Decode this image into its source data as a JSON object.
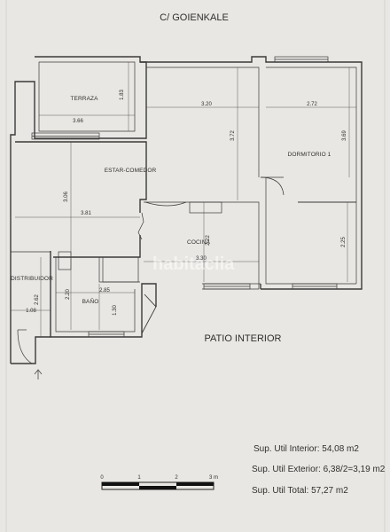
{
  "street": "C/ GOIENKALE",
  "patio": "PATIO INTERIOR",
  "watermark": "habitaclia",
  "rooms": {
    "terraza": "TERRAZA",
    "estar": "ESTAR-COMEDOR",
    "dormitorio": "DORMITORIO 1",
    "cocina": "COCINA",
    "distribuidor": "DISTRIBUIDOR",
    "bano": "BAÑO"
  },
  "dimensions": {
    "terraza_w": "3.66",
    "terraza_h": "1.83",
    "top_w1": "3.20",
    "top_w2": "2.72",
    "estar_v": "3.72",
    "dorm_v": "3.69",
    "estar_h": "3.06",
    "estar_w": "3.81",
    "cocina_w": "3.30",
    "cocina_h": "2.22",
    "dorm_v2": "2.25",
    "dist_h": "2.62",
    "dist_w": "1.08",
    "bano_w": "2.85",
    "bano_h1": "2.20",
    "bano_h2": "1.30"
  },
  "scale": {
    "ticks": [
      "0",
      "1",
      "2",
      "3 m"
    ]
  },
  "summary": {
    "interior": "Sup. Util Interior: 54,08 m2",
    "exterior": "Sup. Util Exterior: 6,38/2=3,19 m2",
    "total": "Sup. Util Total: 57,27 m2"
  }
}
